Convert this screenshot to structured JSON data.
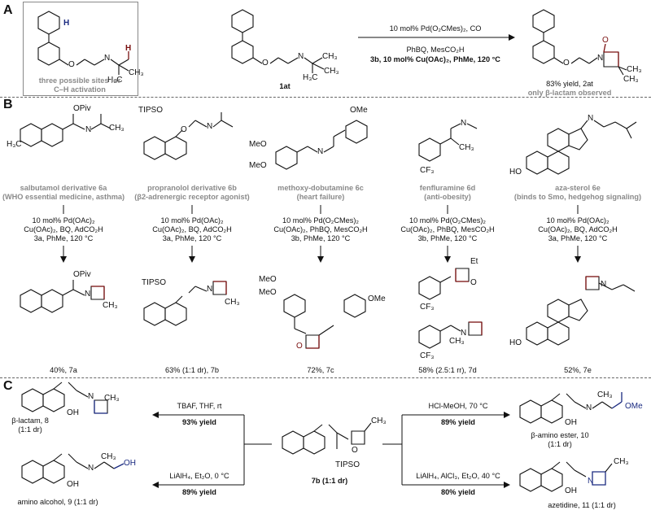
{
  "panels": {
    "a": "A",
    "b": "B",
    "c": "C"
  },
  "section_a": {
    "box_caption": [
      "three possible sites for",
      "C–H activation"
    ],
    "start_label": "1at",
    "cond_top": "10 mol% Pd(O₂CMes)₂, CO",
    "cond_mid": "PhBQ, MesCO₂H",
    "cond_bot": "3b, 10 mol% Cu(OAc)₂, PhMe, 120 °C",
    "yield_line": "83% yield, 2at",
    "note": "only β-lactam observed"
  },
  "section_b": {
    "substrates": [
      {
        "name": "salbutamol derivative 6a",
        "desc": "(WHO essential medicine, asthma)",
        "cond": [
          "10 mol% Pd(OAc)₂",
          "Cu(OAc)₂, BQ, AdCO₂H",
          "3a, PhMe, 120 °C"
        ],
        "result": "40%, 7a"
      },
      {
        "name": "propranolol derivative 6b",
        "desc": "(β2-adrenergic receptor agonist)",
        "cond": [
          "10 mol% Pd(OAc)₂",
          "Cu(OAc)₂, BQ, AdCO₂H",
          "3a, PhMe, 120 °C"
        ],
        "result": "63% (1:1 dr), 7b"
      },
      {
        "name": "methoxy-dobutamine 6c",
        "desc": "(heart failure)",
        "cond": [
          "10 mol% Pd(O₂CMes)₂",
          "Cu(OAc)₂, PhBQ, MesCO₂H",
          "3b, PhMe, 120 °C"
        ],
        "result": "72%, 7c"
      },
      {
        "name": "fenfluramine 6d",
        "desc": "(anti-obesity)",
        "cond": [
          "10 mol% Pd(O₂CMes)₂",
          "Cu(OAc)₂, PhBQ, MesCO₂H",
          "3b, PhMe, 120 °C"
        ],
        "result": "58% (2.5:1 rr), 7d"
      },
      {
        "name": "aza-sterol 6e",
        "desc": "(binds to Smo, hedgehog signaling)",
        "cond": [
          "10 mol% Pd(OAc)₂",
          "Cu(OAc)₂, BQ, AdCO₂H",
          "3a, PhMe, 120 °C"
        ],
        "result": "52%, 7e"
      }
    ]
  },
  "section_c": {
    "center_label": "7b (1:1 dr)",
    "tl_cond": "TBAF, THF, rt",
    "tl_yield": "93% yield",
    "bl_cond": "LiAlH₄, Et₂O, 0 °C",
    "bl_yield": "89% yield",
    "tr_cond": "HCl-MeOH, 70 °C",
    "tr_yield": "89% yield",
    "br_cond": "LiAlH₄, AlCl₃, Et₂O, 40 °C",
    "br_yield": "80% yield",
    "p8": [
      "β-lactam, 8",
      "(1:1 dr)"
    ],
    "p9": "amino alcohol, 9 (1:1 dr)",
    "p10": [
      "β-amino ester, 10",
      "(1:1 dr)"
    ],
    "p11": "azetidine, 11 (1:1 dr)"
  },
  "atoms": {
    "H": "H",
    "N": "N",
    "O": "O",
    "CH3": "CH₃",
    "H3C": "H₃C",
    "OPiv": "OPiv",
    "TIPSO": "TIPSO",
    "OMe": "OMe",
    "MeO": "MeO",
    "CF3": "CF₃",
    "Et": "Et",
    "HO": "HO",
    "OH": "OH"
  },
  "colors": {
    "red": "#7a1010",
    "blue": "#1a2a80",
    "gray": "#8a8a8a",
    "box": "#888888"
  }
}
